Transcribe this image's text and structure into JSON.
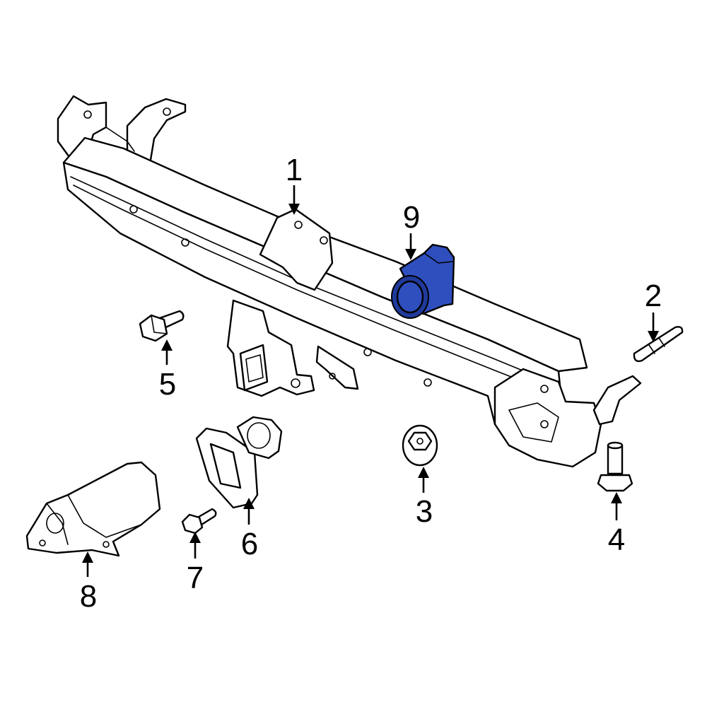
{
  "colors": {
    "outline": "#000000",
    "background": "#ffffff",
    "highlight": "#2f4fbf",
    "highlight_dark": "#1f3a9a"
  },
  "highlighted_part": "9",
  "callouts": [
    {
      "id": "1",
      "label": "1"
    },
    {
      "id": "2",
      "label": "2"
    },
    {
      "id": "3",
      "label": "3"
    },
    {
      "id": "4",
      "label": "4"
    },
    {
      "id": "5",
      "label": "5"
    },
    {
      "id": "6",
      "label": "6"
    },
    {
      "id": "7",
      "label": "7"
    },
    {
      "id": "8",
      "label": "8"
    },
    {
      "id": "9",
      "label": "9"
    }
  ]
}
